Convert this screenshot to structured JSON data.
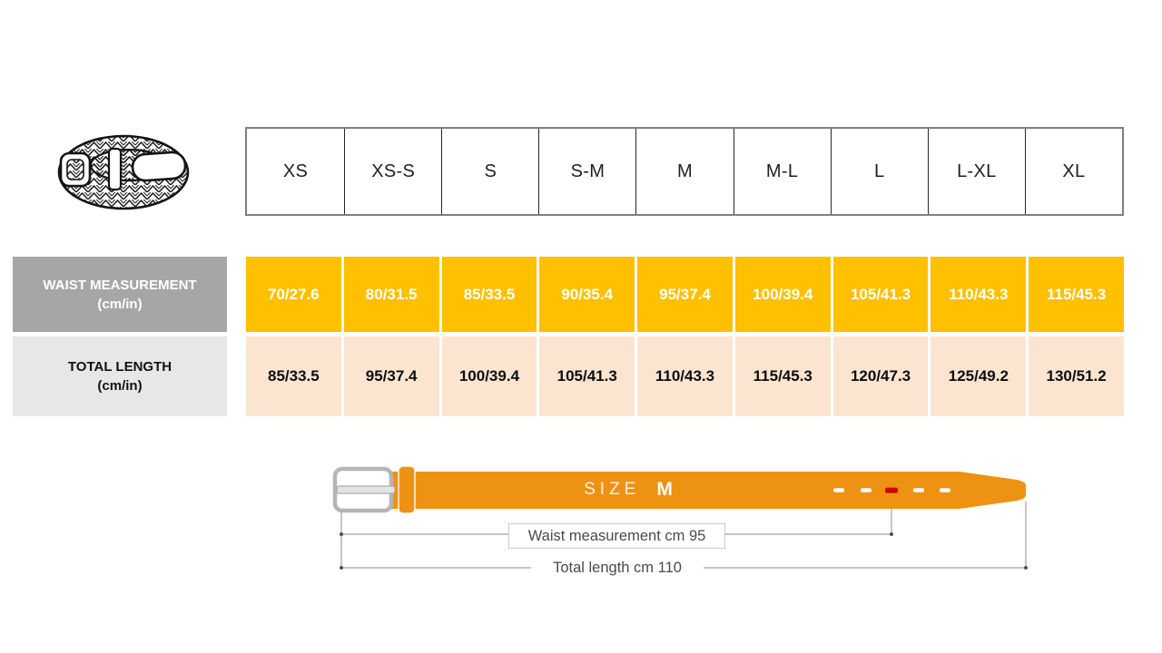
{
  "colors": {
    "gold": "#FFC000",
    "peach": "#FBE5D1",
    "gray-label": "#A6A6A6",
    "light-label": "#E8E7E7",
    "belt-orange": "#EE9213",
    "hole-red": "#C70A00",
    "line-gray": "#A0A0A0"
  },
  "size_chart": {
    "sizes": [
      "XS",
      "XS-S",
      "S",
      "S-M",
      "M",
      "M-L",
      "L",
      "L-XL",
      "XL"
    ],
    "rows": [
      {
        "label": "WAIST MEASUREMENT",
        "unit": "(cm/in)",
        "values": [
          "70/27.6",
          "80/31.5",
          "85/33.5",
          "90/35.4",
          "95/37.4",
          "100/39.4",
          "105/41.3",
          "110/43.3",
          "115/45.3"
        ]
      },
      {
        "label": "TOTAL LENGTH",
        "unit": "(cm/in)",
        "values": [
          "85/33.5",
          "95/37.4",
          "100/39.4",
          "105/41.3",
          "110/43.3",
          "115/45.3",
          "120/47.3",
          "125/49.2",
          "130/51.2"
        ]
      }
    ]
  },
  "diagram": {
    "size_label": "SIZE",
    "size_value": "M",
    "waist_label": "Waist measurement cm 95",
    "total_label": "Total length cm 110",
    "hole_count": 5,
    "highlighted_hole": 3
  }
}
